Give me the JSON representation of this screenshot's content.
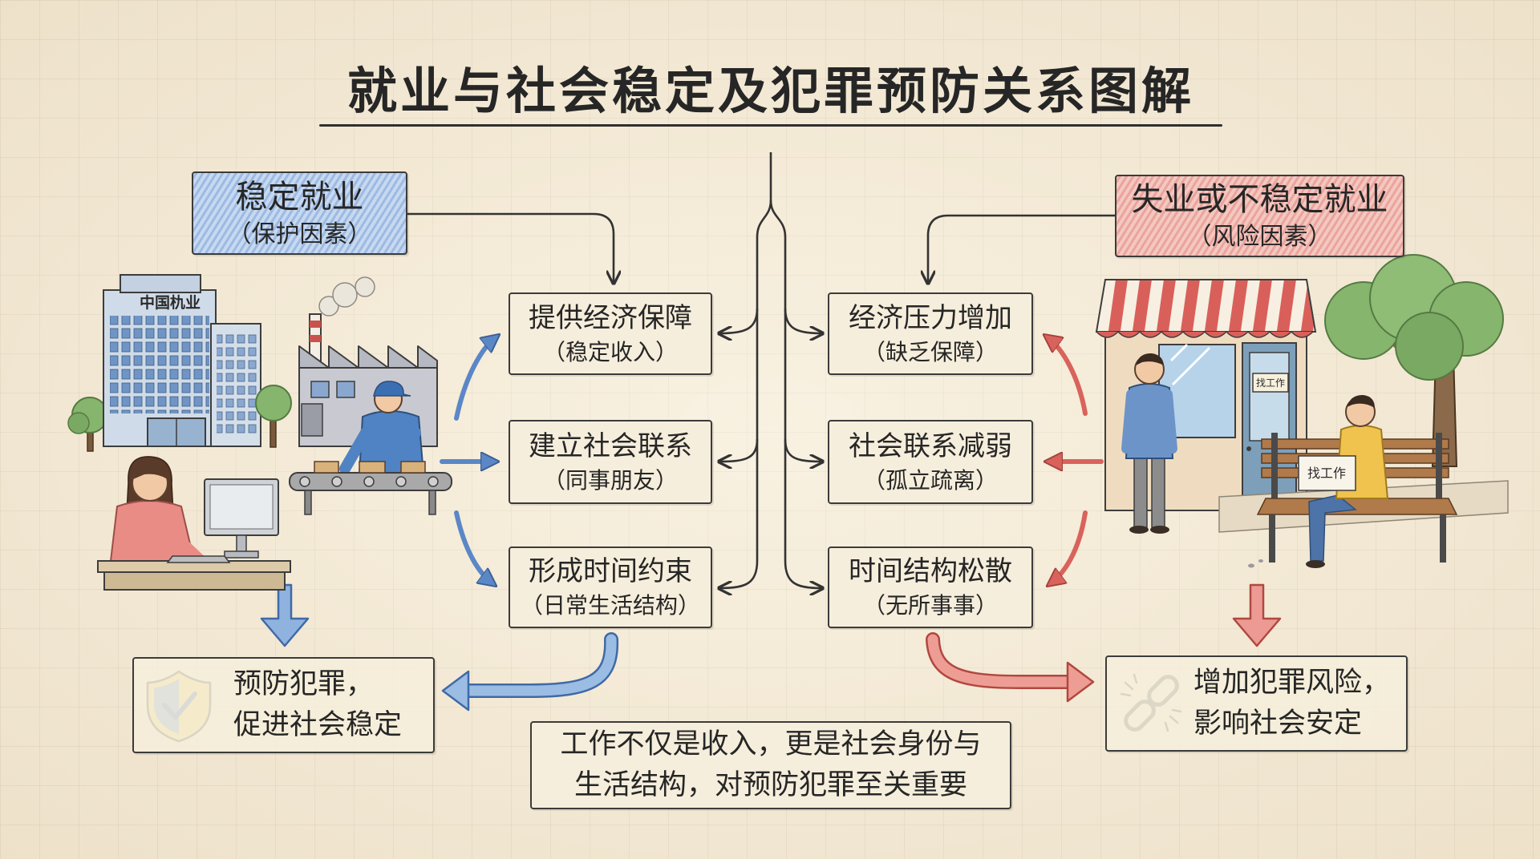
{
  "title": "就业与社会稳定及犯罪预防关系图解",
  "protective": {
    "header": {
      "title": "稳定就业",
      "subtitle": "（保护因素）"
    },
    "effects": [
      {
        "title": "提供经济保障",
        "subtitle": "（稳定收入）"
      },
      {
        "title": "建立社会联系",
        "subtitle": "（同事朋友）"
      },
      {
        "title": "形成时间约束",
        "subtitle": "（日常生活结构）"
      }
    ],
    "outcome": {
      "line1": "预防犯罪，",
      "line2": "促进社会稳定",
      "icon": "shield-check-icon"
    }
  },
  "risk": {
    "header": {
      "title": "失业或不稳定就业",
      "subtitle": "（风险因素）"
    },
    "effects": [
      {
        "title": "经济压力增加",
        "subtitle": "（缺乏保障）"
      },
      {
        "title": "社会联系减弱",
        "subtitle": "（孤立疏离）"
      },
      {
        "title": "时间结构松散",
        "subtitle": "（无所事事）"
      }
    ],
    "outcome": {
      "line1": "增加犯罪风险，",
      "line2": "影响社会安定",
      "icon": "broken-chain-icon"
    }
  },
  "summary": {
    "line1": "工作不仅是收入，更是社会身份与",
    "line2": "生活结构，对预防犯罪至关重要"
  },
  "illustration_labels": {
    "building_sign": "中国朹业",
    "door_sign": "找工作",
    "held_sign": "找工作"
  },
  "colors": {
    "paper": "#f1e7d2",
    "ink": "#333333",
    "protective_blue": "#6e9ad6",
    "risk_red": "#dd6b63"
  }
}
